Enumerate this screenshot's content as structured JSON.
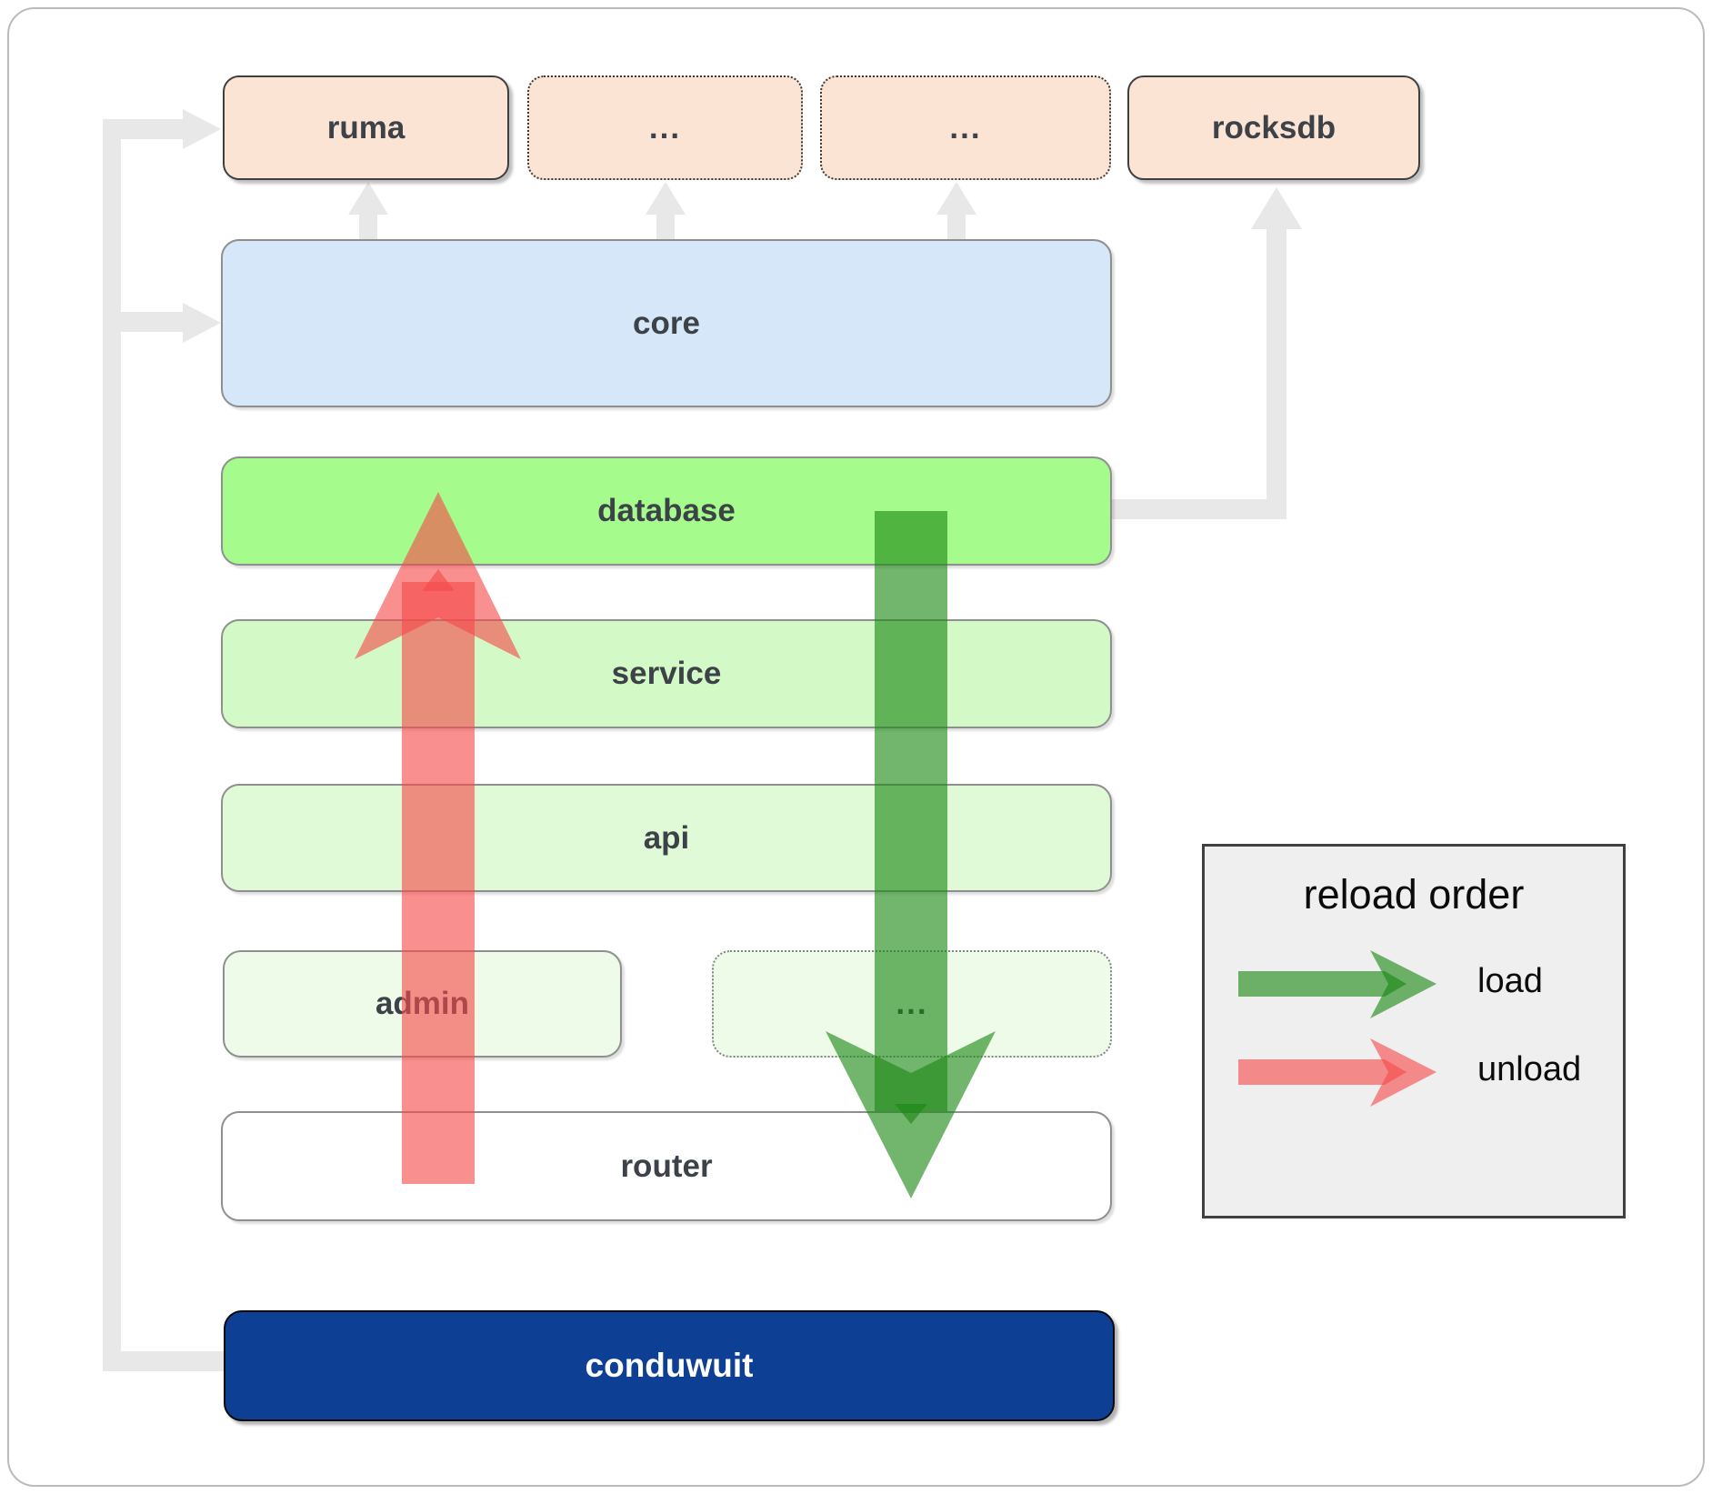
{
  "modules": {
    "ruma": "ruma",
    "more_top_1": "...",
    "more_top_2": "...",
    "rocksdb": "rocksdb"
  },
  "layers": {
    "core": "core",
    "database": "database",
    "service": "service",
    "api": "api",
    "admin": "admin",
    "more_admin": "...",
    "router": "router"
  },
  "app": {
    "name": "conduwuit"
  },
  "legend": {
    "title": "reload order",
    "load_label": "load",
    "unload_label": "unload"
  },
  "colors": {
    "module_fill": "#fce4d4",
    "module_border": "#3f3f3f",
    "dotted_border": "#3a3a3a",
    "core_fill": "#d5e7f9",
    "database_fill": "#a5fc8d",
    "service_fill": "#d3f9c6",
    "api_fill": "#e0fad8",
    "admin_fill": "#eefbe9",
    "router_fill": "#ffffff",
    "row_border": "#8f8f8f",
    "app_fill": "#0d4094",
    "app_border": "#0a0a0a",
    "app_text": "#ffffff",
    "label_text": "#3c4247",
    "connector": "#e8e8e8",
    "legend_bg": "#efefef",
    "legend_border": "#404040",
    "legend_text": "#0b0b0b",
    "load_arrow": "rgba(27,135,20,0.62)",
    "unload_arrow": "rgba(245,75,75,0.62)"
  }
}
